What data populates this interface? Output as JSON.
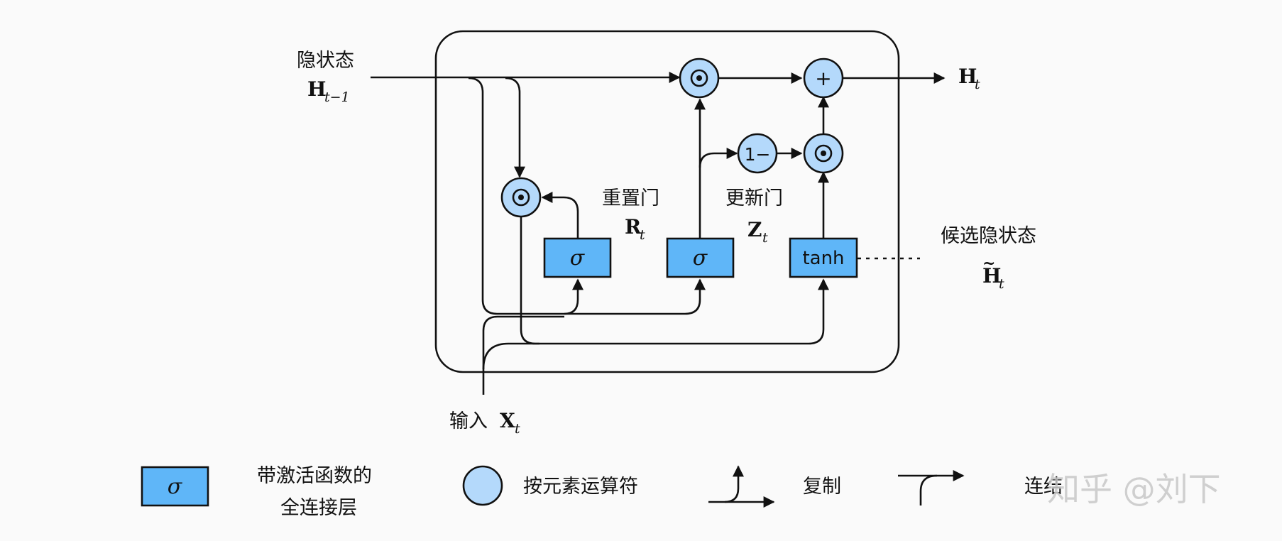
{
  "diagram": {
    "hidden_state": {
      "label": "隐状态",
      "symbol": "H",
      "sub": "t−1"
    },
    "output": {
      "symbol": "H",
      "sub": "t"
    },
    "input": {
      "label": "输入",
      "symbol": "X",
      "sub": "t"
    },
    "reset_gate": {
      "label": "重置门",
      "symbol": "R",
      "sub": "t",
      "layer": "σ"
    },
    "update_gate": {
      "label": "更新门",
      "symbol": "Z",
      "sub": "t",
      "layer": "σ"
    },
    "candidate": {
      "label": "候选隐状态",
      "symbol": "H",
      "tilde": "~",
      "sub": "t",
      "layer": "tanh"
    },
    "ops": {
      "mul": "⊙",
      "add": "+",
      "one_minus": "1−"
    }
  },
  "legend": {
    "fc_layer_symbol": "σ",
    "fc_layer_line1": "带激活函数的",
    "fc_layer_line2": "全连接层",
    "elementwise": "按元素运算符",
    "copy": "复制",
    "concat": "连结"
  },
  "watermark": "知乎 @刘下",
  "colors": {
    "layer_fill": "#5fb6f8",
    "op_fill": "#b4d9fb",
    "line": "#111111"
  }
}
